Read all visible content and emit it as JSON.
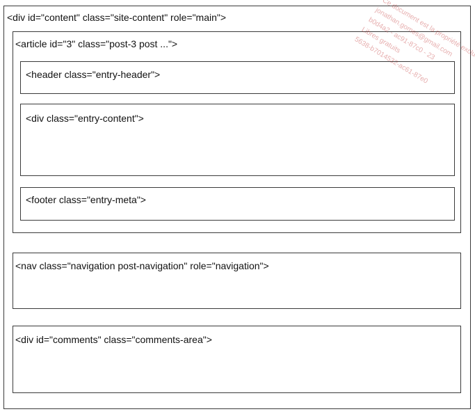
{
  "diagram": {
    "content": {
      "label": "<div id=\"content\" class=\"site-content\" role=\"main\">"
    },
    "article": {
      "label": "<article id=\"3\" class=\"post-3 post ...\">"
    },
    "header": {
      "label": "<header class=\"entry-header\">"
    },
    "entry_content": {
      "label": "<div class=\"entry-content\">"
    },
    "footer": {
      "label": "<footer class=\"entry-meta\">"
    },
    "nav": {
      "label": "<nav class=\"navigation post-navigation\" role=\"navigation\">"
    },
    "comments": {
      "label": "<div id=\"comments\" class=\"comments-area\">"
    }
  },
  "watermark": {
    "lines": [
      "Ce document est la propriété exclusive de",
      "jonathan.gomes@gmail.com",
      "b0d4a2 - ac91-87c0 - 23",
      "Libres gratuits",
      "5638-b7014532-ac61-87e0"
    ]
  }
}
